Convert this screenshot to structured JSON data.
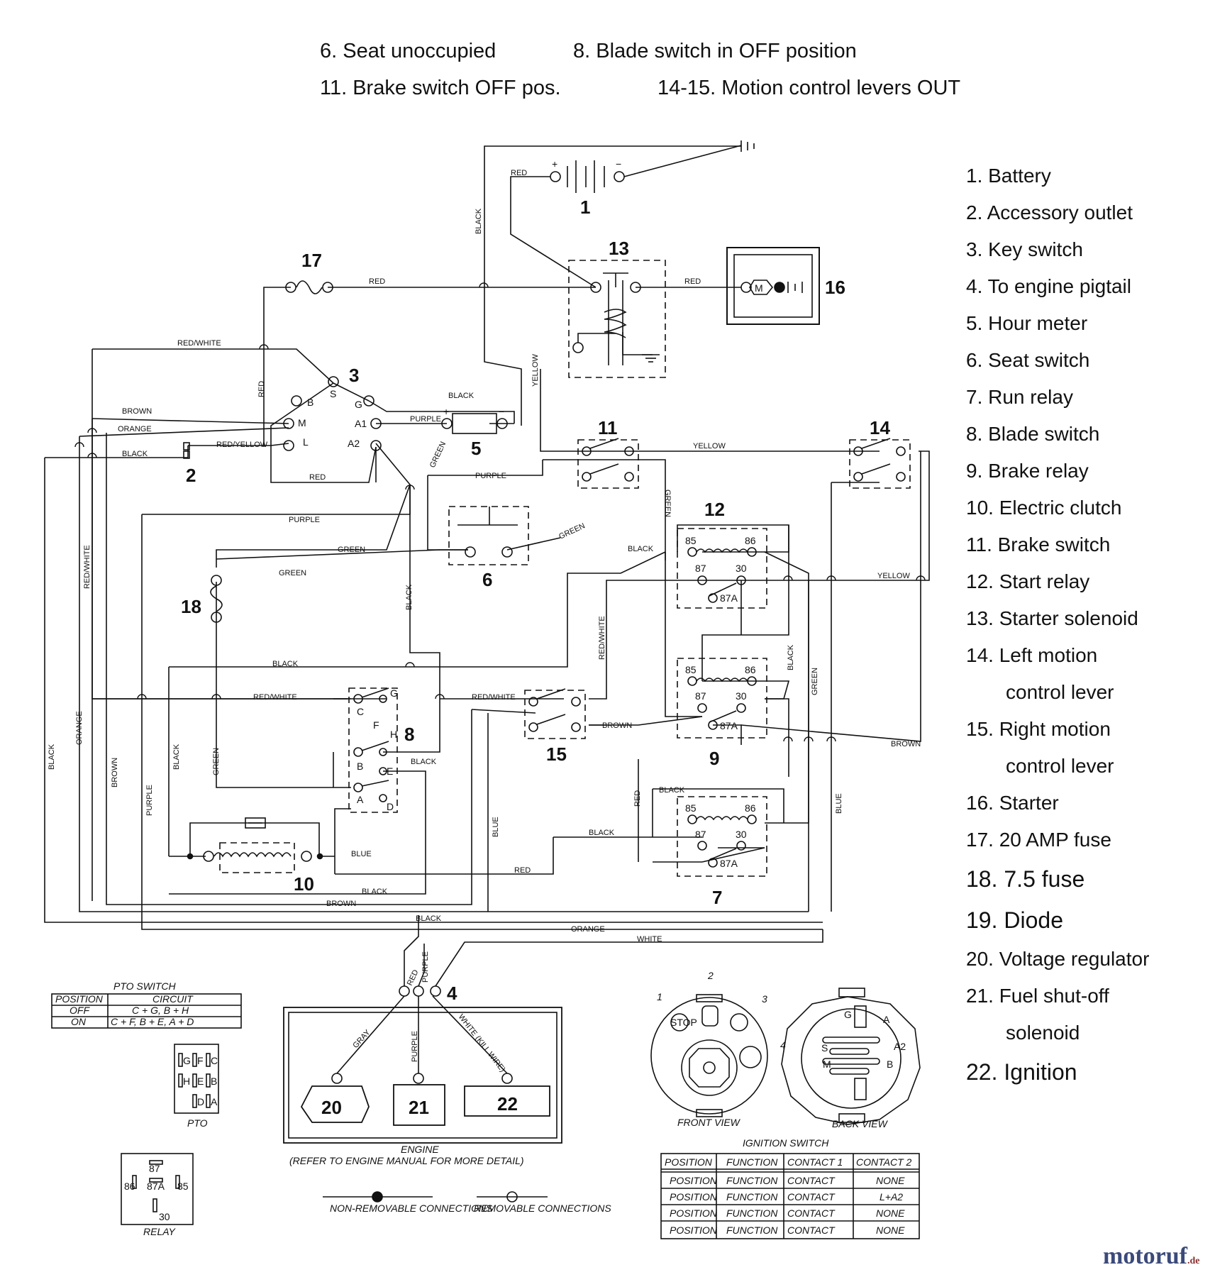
{
  "conditions": [
    {
      "text": "6. Seat unoccupied"
    },
    {
      "text": "8. Blade switch in OFF position"
    },
    {
      "text": "11. Brake switch OFF pos."
    },
    {
      "text": "14-15. Motion control levers OUT"
    }
  ],
  "legend": [
    {
      "text": "1. Battery"
    },
    {
      "text": "2. Accessory outlet"
    },
    {
      "text": "3. Key switch"
    },
    {
      "text": "4. To engine pigtail"
    },
    {
      "text": "5. Hour meter"
    },
    {
      "text": "6. Seat switch"
    },
    {
      "text": "7. Run relay"
    },
    {
      "text": "8. Blade switch"
    },
    {
      "text": "9. Brake relay"
    },
    {
      "text": "10. Electric clutch"
    },
    {
      "text": "11. Brake switch"
    },
    {
      "text": "12. Start relay"
    },
    {
      "text": "13. Starter solenoid"
    },
    {
      "text": "14. Left motion"
    },
    {
      "text": "control lever"
    },
    {
      "text": "15. Right motion"
    },
    {
      "text": "control lever"
    },
    {
      "text": "16. Starter"
    },
    {
      "text": "17. 20 AMP fuse"
    },
    {
      "text": "18. 7.5 fuse"
    },
    {
      "text": "19. Diode"
    },
    {
      "text": "20. Voltage regulator"
    },
    {
      "text": "21. Fuel shut-off"
    },
    {
      "text": "solenoid"
    },
    {
      "text": "22. Ignition"
    }
  ],
  "component_numbers": [
    "1",
    "2",
    "3",
    "4",
    "5",
    "6",
    "7",
    "8",
    "9",
    "10",
    "11",
    "12",
    "13",
    "14",
    "15",
    "16",
    "17",
    "18",
    "20",
    "21",
    "22"
  ],
  "wire_labels": {
    "red": "RED",
    "black": "BLACK",
    "red_white": "RED/WHITE",
    "brown": "BROWN",
    "orange": "ORANGE",
    "red_yellow": "RED/YELLOW",
    "purple": "PURPLE",
    "green": "GREEN",
    "yellow": "YELLOW",
    "blue": "BLUE",
    "white": "WHITE",
    "gray": "GRAY",
    "white_kill": "WHITE (KILL WIRE)"
  },
  "terminals": {
    "key_switch": [
      "B",
      "S",
      "G",
      "M",
      "A1",
      "L",
      "A2"
    ],
    "relay_pins": [
      "85",
      "86",
      "87",
      "30",
      "87A"
    ],
    "blade_switch": [
      "G",
      "C",
      "F",
      "H",
      "B",
      "E",
      "A",
      "D"
    ],
    "key_front": [
      "1",
      "2",
      "3",
      "4"
    ],
    "key_back": [
      "G",
      "A",
      "S",
      "A2",
      "M",
      "B"
    ]
  },
  "pto_table": {
    "title": "PTO SWITCH",
    "headers": [
      "POSITION",
      "CIRCUIT"
    ],
    "rows": [
      [
        "OFF",
        "C + G, B + H"
      ],
      [
        "ON",
        "C + F, B + E, A + D"
      ]
    ]
  },
  "pto_caption": "PTO",
  "pto_pins": [
    "G",
    "F",
    "C",
    "H",
    "E",
    "B",
    "D",
    "A"
  ],
  "relay_caption": "RELAY",
  "engine": {
    "title": "ENGINE",
    "note": "(REFER TO ENGINE MANUAL FOR MORE DETAIL)"
  },
  "connections": {
    "non_removable": "NON-REMOVABLE CONNECTIONS",
    "removable": "REMOVABLE CONNECTIONS"
  },
  "views": {
    "front": "FRONT VIEW",
    "back": "BACK VIEW",
    "stop": "STOP"
  },
  "ignition_table": {
    "title": "IGNITION SWITCH",
    "headers": [
      "POSITION",
      "FUNCTION",
      "CONTACT 1",
      "CONTACT 2"
    ],
    "rows": [
      [
        "POSITION",
        "FUNCTION",
        "CONTACT",
        "NONE"
      ],
      [
        "POSITION",
        "FUNCTION",
        "CONTACT",
        "L+A2"
      ],
      [
        "POSITION",
        "FUNCTION",
        "CONTACT",
        "NONE"
      ],
      [
        "POSITION",
        "FUNCTION",
        "CONTACT",
        "NONE"
      ]
    ]
  },
  "logo": {
    "main": "motoruf",
    "suffix": ".de"
  },
  "colors": {
    "ink": "#111111",
    "background": "#ffffff",
    "logo": "#3b4a7a"
  }
}
